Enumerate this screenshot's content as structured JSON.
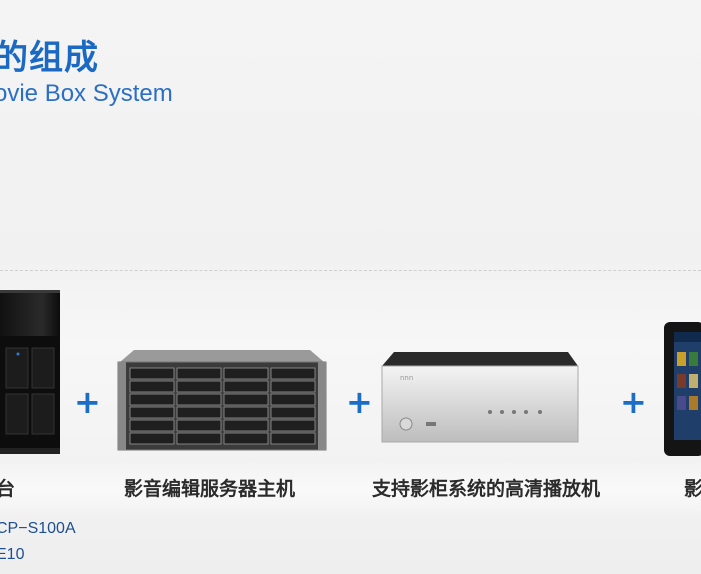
{
  "header": {
    "title_cn": "的组成",
    "title_en": "ovie Box System"
  },
  "products": [
    {
      "label": "台"
    },
    {
      "label": "影音编辑服务器主机"
    },
    {
      "label": "支持影柜系统的高清播放机"
    },
    {
      "label": "影"
    }
  ],
  "plus_sign": "+",
  "specs": [
    "CP−S100A",
    "E10"
  ],
  "colors": {
    "accent_blue": "#1b69c2",
    "label_text": "#2b2b2b",
    "spec_text": "#1d4f8f"
  }
}
